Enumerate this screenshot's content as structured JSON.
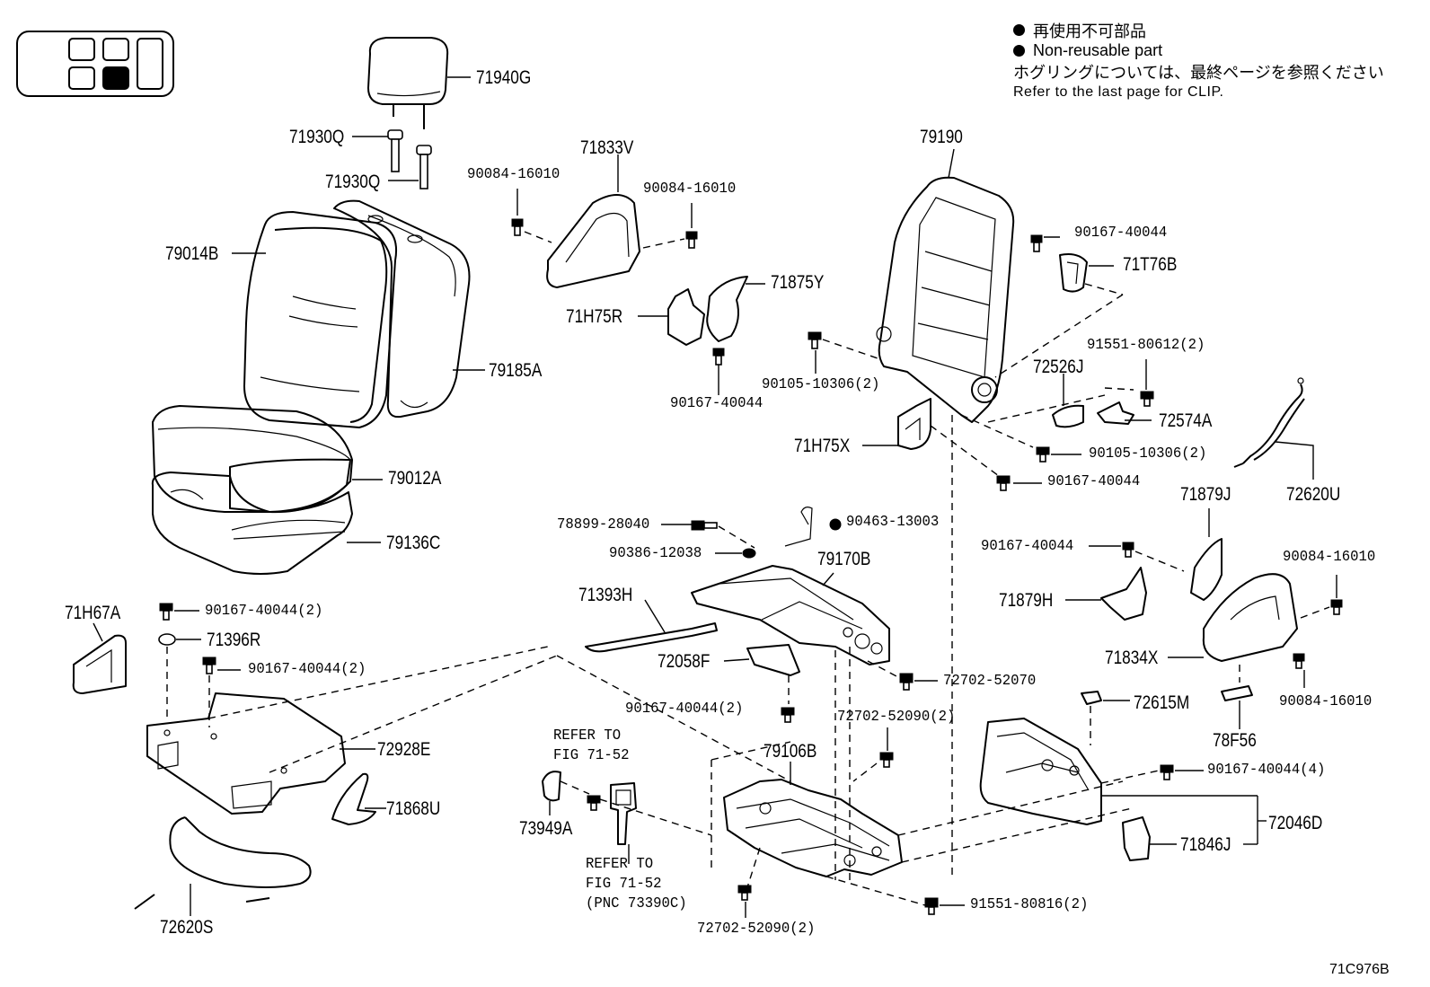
{
  "legend": {
    "non_reusable_jp": "再使用不可部品",
    "non_reusable_en": "Non-reusable part",
    "clip_note_jp": "ホグリングについては、最終ページを参照ください",
    "clip_note_en": "Refer to the last page for CLIP."
  },
  "seat_position_indicator": {
    "rows": 2,
    "cols": 3,
    "selected": "row2-col2"
  },
  "refer_notes": {
    "a": [
      "REFER TO",
      "FIG 71-52"
    ],
    "b": [
      "REFER TO",
      "FIG 71-52",
      "(PNC 73390C)"
    ]
  },
  "illustration_code": "71C976B",
  "parts": [
    "71940G",
    "71930Q",
    "71930Q",
    "79014B",
    "79185A",
    "79012A",
    "79136C",
    "71H67A",
    "90167-40044(2)",
    "71396R",
    "90167-40044(2)",
    "72928E",
    "71868U",
    "72620S",
    "90084-16010",
    "71833V",
    "90084-16010",
    "71875Y",
    "71H75R",
    "90167-40044",
    "79190",
    "90167-40044",
    "71T76B",
    "90105-10306(2)",
    "91551-80612(2)",
    "72526J",
    "72574A",
    "71H75X",
    "90105-10306(2)",
    "90167-40044",
    "72620U",
    "78899-28040",
    "90463-13003",
    "90386-12038",
    "79170B",
    "71393H",
    "72058F",
    "72702-52070",
    "90167-40044(2)",
    "72702-52090(2)",
    "79106B",
    "73949A",
    "72702-52090(2)",
    "91551-80816(2)",
    "90167-40044",
    "71879J",
    "71879H",
    "90084-16010",
    "71834X",
    "90084-16010",
    "72615M",
    "78F56",
    "90167-40044(4)",
    "72046D",
    "71846J"
  ]
}
